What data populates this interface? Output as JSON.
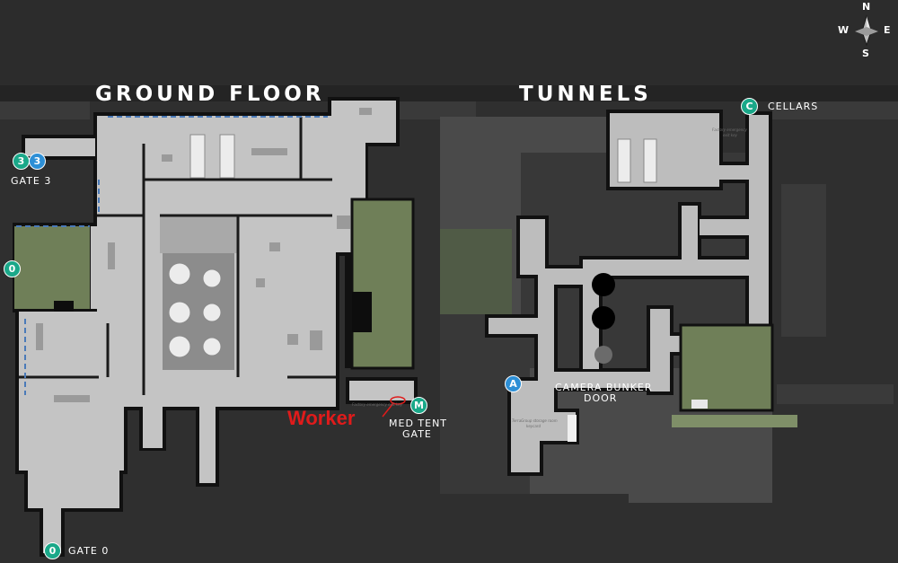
{
  "sections": {
    "ground_floor": "GROUND FLOOR",
    "tunnels": "TUNNELS"
  },
  "compass": {
    "n": "N",
    "e": "E",
    "s": "S",
    "w": "W"
  },
  "markers": {
    "gate3_a": "3",
    "gate3_b": "3",
    "gate0_west": "0",
    "gate0_south": "0",
    "med_tent": "M",
    "tunnel_a": "A",
    "cellars": "C"
  },
  "labels": {
    "gate3": "GATE 3",
    "gate0": "GATE 0",
    "med_tent_line1": "MED TENT",
    "med_tent_line2": "GATE",
    "camera_line1": "CAMERA BUNKER",
    "camera_line2": "DOOR",
    "cellars": "CELLARS",
    "worker": "Worker"
  },
  "notes": {
    "factory_exit_key": "Factory emergency exit key",
    "cellars_key_1": "Factory emergency",
    "cellars_key_2": "exit key",
    "terragroup_1": "TerraGroup storage room",
    "terragroup_2": "keycard"
  },
  "colors": {
    "background": "#2f2f2f",
    "floor": "#c9c9c9",
    "wall": "#111111",
    "grass": "#6f7f58",
    "marker_teal": "#1aa889",
    "marker_blue": "#2d8fd6",
    "worker_red": "#e01b1b"
  }
}
